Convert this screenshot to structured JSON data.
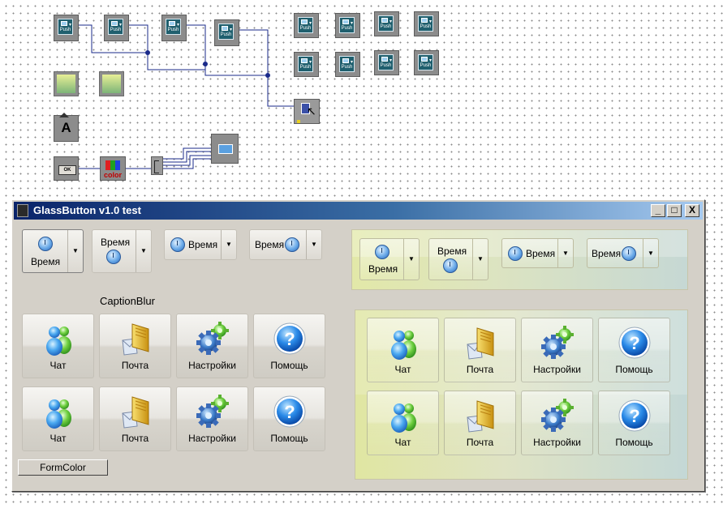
{
  "canvas": {
    "push_label": "Push",
    "text_comp_label": "A",
    "ok_comp_label": "OK",
    "color_comp_label": "color"
  },
  "window": {
    "title": "GlassButton v1.0 test",
    "min_glyph": "_",
    "max_glyph": "□",
    "close_glyph": "X"
  },
  "dropdowns": {
    "caption": "Время",
    "arrow": "▼"
  },
  "caption_blur_label": "CaptionBlur",
  "buttons": {
    "chat": "Чат",
    "mail": "Почта",
    "settings": "Настройки",
    "help": "Помощь"
  },
  "formcolor_label": "FormColor",
  "colors": {
    "title_start": "#0a246a",
    "title_end": "#a6caf0",
    "form_bg": "#d4d0c8",
    "panel_tint": "#d9e6a0"
  },
  "icons": [
    "chat-people-icon",
    "mail-icon",
    "gears-icon",
    "help-icon",
    "clock-icon"
  ]
}
